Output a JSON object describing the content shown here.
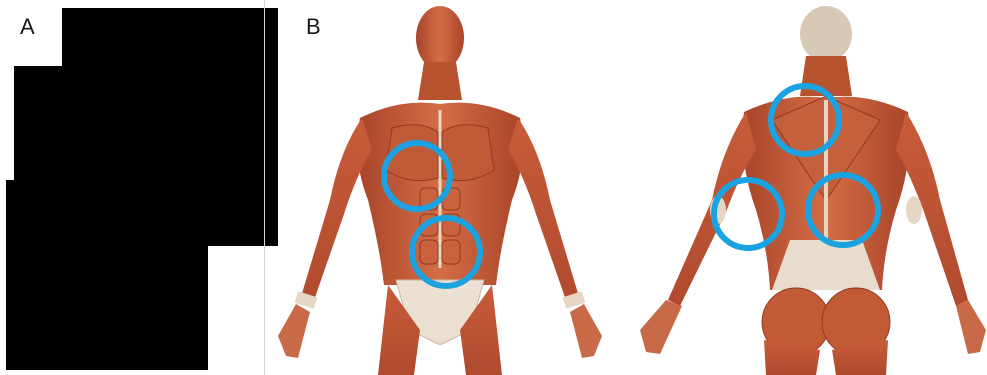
{
  "panel_a": {
    "label": "A"
  },
  "panel_b": {
    "label": "B"
  },
  "colors": {
    "muscle": "#c9603d",
    "muscle_dark": "#9e3c22",
    "muscle_light": "#e08a62",
    "tendon": "#e8d8c8",
    "skin_bg": "#ffffff",
    "highlight_ring": "#1aa3e0",
    "redaction": "#000000"
  },
  "illustration": {
    "front_view": {
      "highlight_regions": [
        "chest",
        "abdomen"
      ]
    },
    "back_view": {
      "highlight_regions": [
        "upper-back",
        "left-flank",
        "right-lower-back"
      ]
    }
  }
}
